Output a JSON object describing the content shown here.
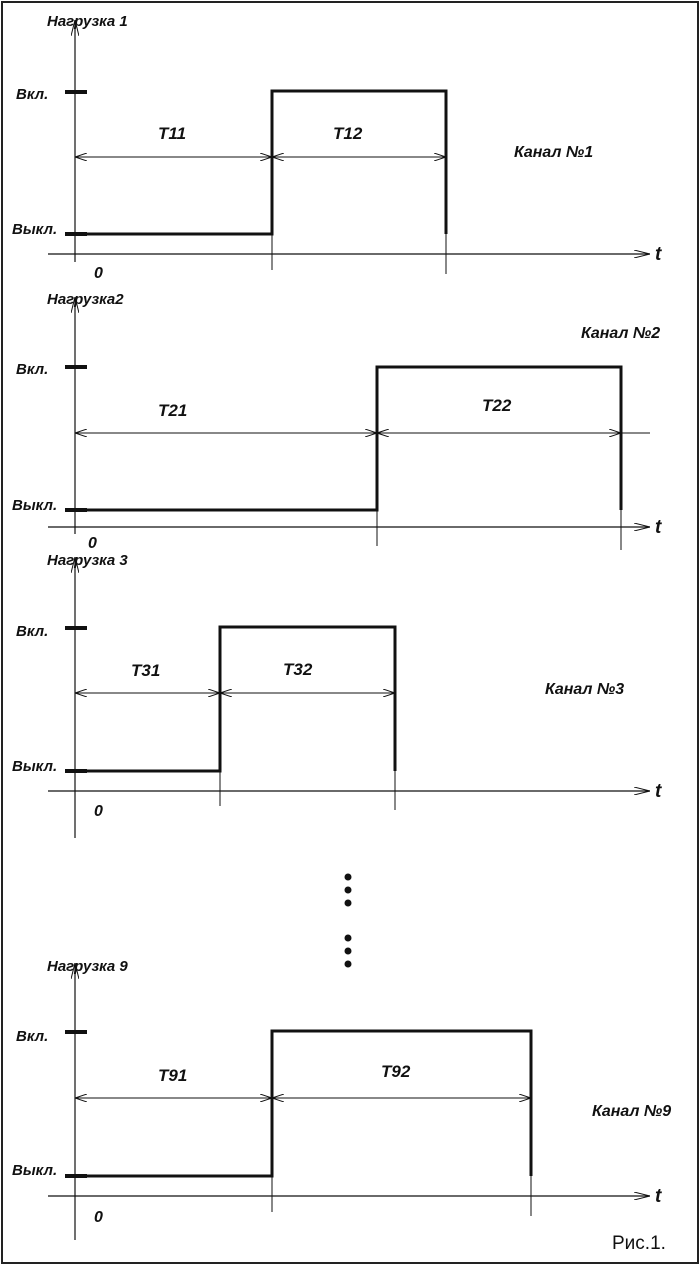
{
  "figure_caption": "Рис.1.",
  "continuation_dots": "⋮",
  "panels": [
    {
      "load_label": "Нагрузка 1",
      "on_label": "Вкл.",
      "off_label": "Выкл.",
      "origin_label": "0",
      "time_label": "t",
      "channel_label": "Канал №1",
      "t_off_label": "T11",
      "t_on_label": "T12"
    },
    {
      "load_label": "Нагрузка2",
      "on_label": "Вкл.",
      "off_label": "Выкл.",
      "origin_label": "0",
      "time_label": "t",
      "channel_label": "Канал №2",
      "t_off_label": "T21",
      "t_on_label": "T22"
    },
    {
      "load_label": "Нагрузка 3",
      "on_label": "Вкл.",
      "off_label": "Выкл.",
      "origin_label": "0",
      "time_label": "t",
      "channel_label": "Канал №3",
      "t_off_label": "T31",
      "t_on_label": "T32"
    },
    {
      "load_label": "Нагрузка 9",
      "on_label": "Вкл.",
      "off_label": "Выкл.",
      "origin_label": "0",
      "time_label": "t",
      "channel_label": "Канал №9",
      "t_off_label": "T91",
      "t_on_label": "T92"
    }
  ],
  "colors": {
    "ink": "#111111",
    "frame": "#222222",
    "background": "#ffffff"
  }
}
